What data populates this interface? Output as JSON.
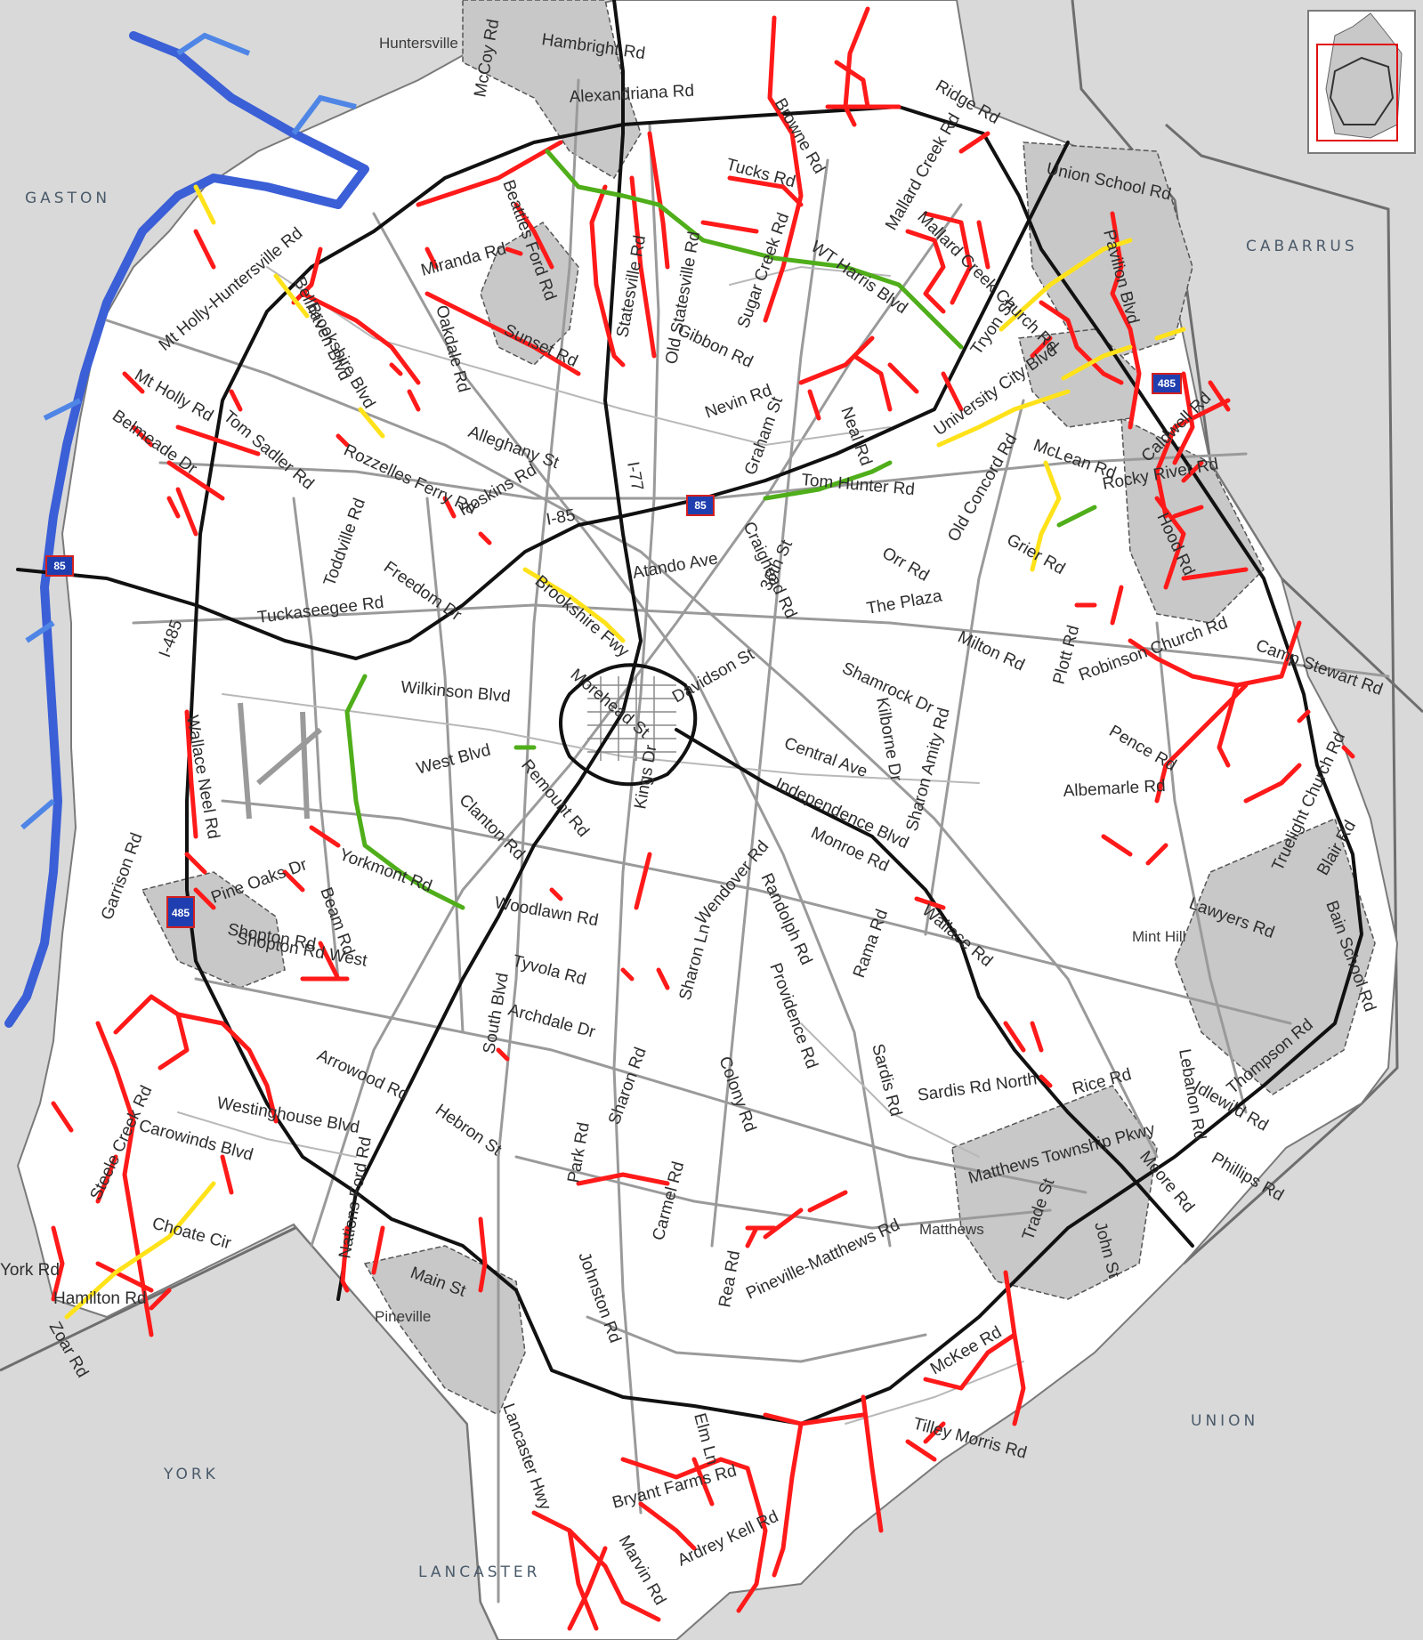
{
  "colors": {
    "background": "#d9d9d9",
    "county_fill": "#ffffff",
    "town_fill": "#c8c8c8",
    "water": "#3b5fd6",
    "freeway": "#111111",
    "arterial": "#9a9a9a",
    "segment_red": "#ff1a1a",
    "segment_yellow": "#ffe21a",
    "segment_green": "#4fae1a",
    "shield_blue": "#1f3fb0",
    "shield_red": "#d42020"
  },
  "counties": [
    "GASTON",
    "CABARRUS",
    "UNION",
    "YORK",
    "LANCASTER"
  ],
  "towns": [
    "Huntersville",
    "Mint Hill",
    "Matthews",
    "Pineville"
  ],
  "shields": [
    "85",
    "85",
    "485",
    "485"
  ],
  "road_labels": [
    "Hambright Rd",
    "McCoy Rd",
    "Alexandriana Rd",
    "Browne Rd",
    "Ridge Rd",
    "Tucks Rd",
    "Mallard Creek Rd",
    "Union School Rd",
    "Mallard Creek Church Rd",
    "Pavilion Blvd",
    "WT Harris Blvd",
    "Sugar Creek Rd",
    "Old Statesville Rd",
    "Statesville Rd",
    "Beatties Ford Rd",
    "Miranda Rd",
    "Oakdale Rd",
    "Sunset Rd",
    "Gibbon Rd",
    "Nevin Rd",
    "Neal Rd",
    "Tryon St",
    "University City Blvd",
    "Mt Holly-Huntersville Rd",
    "Bellhaven Blvd",
    "Brookshire Blvd",
    "Mt Holly Rd",
    "Tom Sadler Rd",
    "Belmeade Dr",
    "Rozzelles Ferry Rd",
    "Alleghany St",
    "Hoskins Rd",
    "I-85",
    "I-77",
    "Graham St",
    "Tom Hunter Rd",
    "McLean Rd",
    "Caldwell Rd",
    "Rocky River Rd",
    "Hood Rd",
    "Old Concord Rd",
    "Grier Rd",
    "Orr Rd",
    "Atando Ave",
    "Craighead Rd",
    "36th St",
    "The Plaza",
    "Toddville Rd",
    "Freedom Dr",
    "Tuckaseegee Rd",
    "Brookshire Fwy",
    "Milton Rd",
    "Plott Rd",
    "Robinson Church Rd",
    "Camp Stewart Rd",
    "I-485",
    "Wilkinson Blvd",
    "Morehead St",
    "Davidson St",
    "Shamrock Dr",
    "Kilborne Dr",
    "Sharon Amity Rd",
    "Pence Rd",
    "Wallace Neel Rd",
    "West Blvd",
    "Remount Rd",
    "Kings Dr",
    "Central Ave",
    "Independence Blvd",
    "Albemarle Rd",
    "Clanton Rd",
    "Garrison Rd",
    "Pine Oaks Dr",
    "Beam Rd",
    "Yorkmont Rd",
    "Monroe Rd",
    "Wendover Rd",
    "Truelight Church Rd",
    "Blair Rd",
    "Shopton Rd",
    "Woodlawn Rd",
    "Randolph Rd",
    "Rama Rd",
    "Wallace Rd",
    "Lawyers Rd",
    "Bain School Rd",
    "South Blvd",
    "Tyvola Rd",
    "Sharon Ln",
    "Providence Rd",
    "Archdale Dr",
    "Lebanon Rd",
    "Arrowood Rd",
    "Sharon Rd",
    "Colony Rd",
    "Sardis Rd",
    "Sardis Rd North",
    "Rice Rd",
    "Thompson Rd",
    "Westinghouse Blvd",
    "Hebron St",
    "Park Rd",
    "Idlewild Rd",
    "Steele Creek Rd",
    "Carowinds Blvd",
    "Nations Ford Rd",
    "Carmel Rd",
    "Matthews Township Pkwy",
    "Moore Rd",
    "Phillips Rd",
    "Choate Cir",
    "Pineville-Matthews Rd",
    "Trade St",
    "John St",
    "York Rd",
    "Hamilton Rd",
    "Main St",
    "Johnston Rd",
    "Rea Rd",
    "Zoar Rd",
    "McKee Rd",
    "Lancaster Hwy",
    "Elm Ln",
    "Bryant Farms Rd",
    "Ardrey Kell Rd",
    "Marvin Rd",
    "Tilley Morris Rd",
    "Shopton Rd West"
  ]
}
